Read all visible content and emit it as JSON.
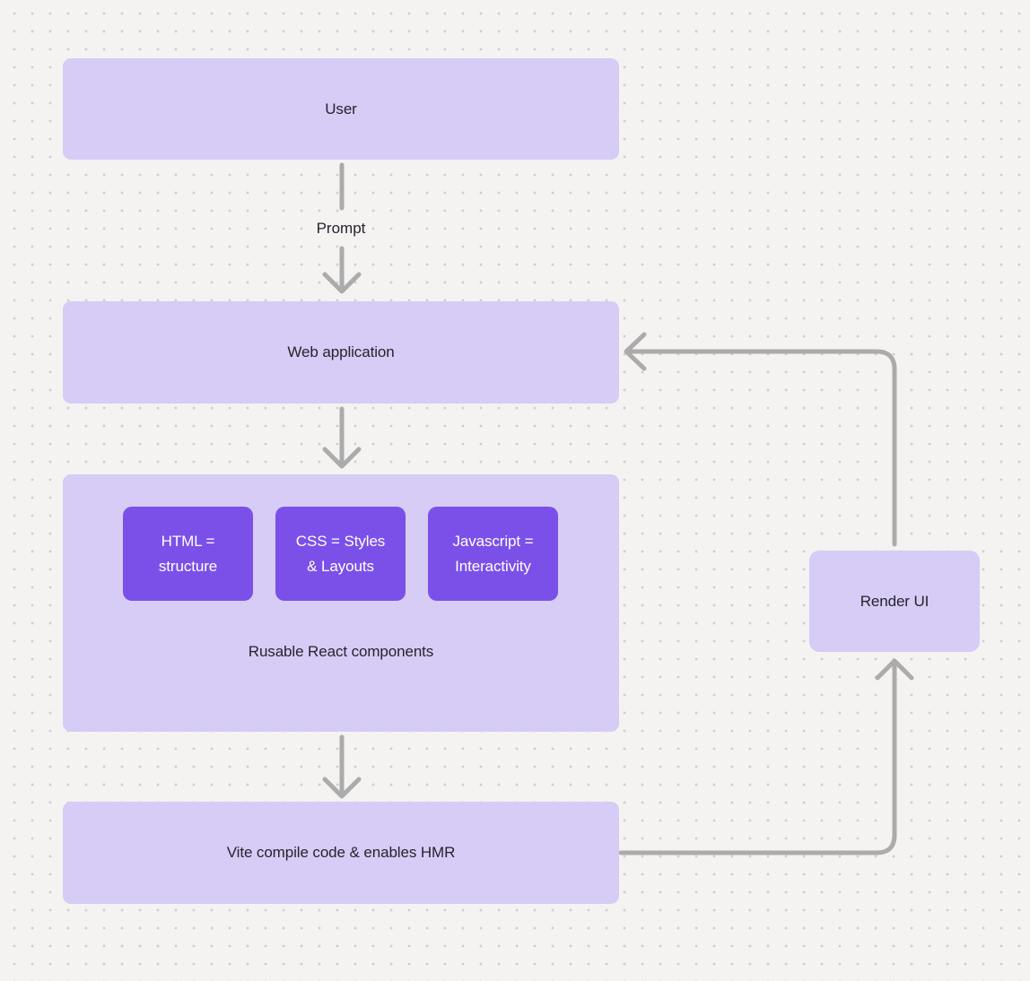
{
  "colors": {
    "canvas_bg": "#f4f3f1",
    "dot_color": "#cecdd0",
    "node_fill": "#d7ccf6",
    "chip_fill": "#7b50e8",
    "chip_text": "#ffffff",
    "arrow_color": "#acabab",
    "text_color": "#26232c"
  },
  "diagram": {
    "user_label": "User",
    "prompt_edge_label": "Prompt",
    "web_application_label": "Web application",
    "components_group": {
      "title": "Rusable React components",
      "chips": [
        {
          "line1": "HTML =",
          "line2": "structure"
        },
        {
          "line1": "CSS = Styles",
          "line2": "& Layouts"
        },
        {
          "line1": "Javascript =",
          "line2": "Interactivity"
        }
      ]
    },
    "vite_label": "Vite compile code & enables HMR",
    "render_ui_label": "Render UI"
  }
}
